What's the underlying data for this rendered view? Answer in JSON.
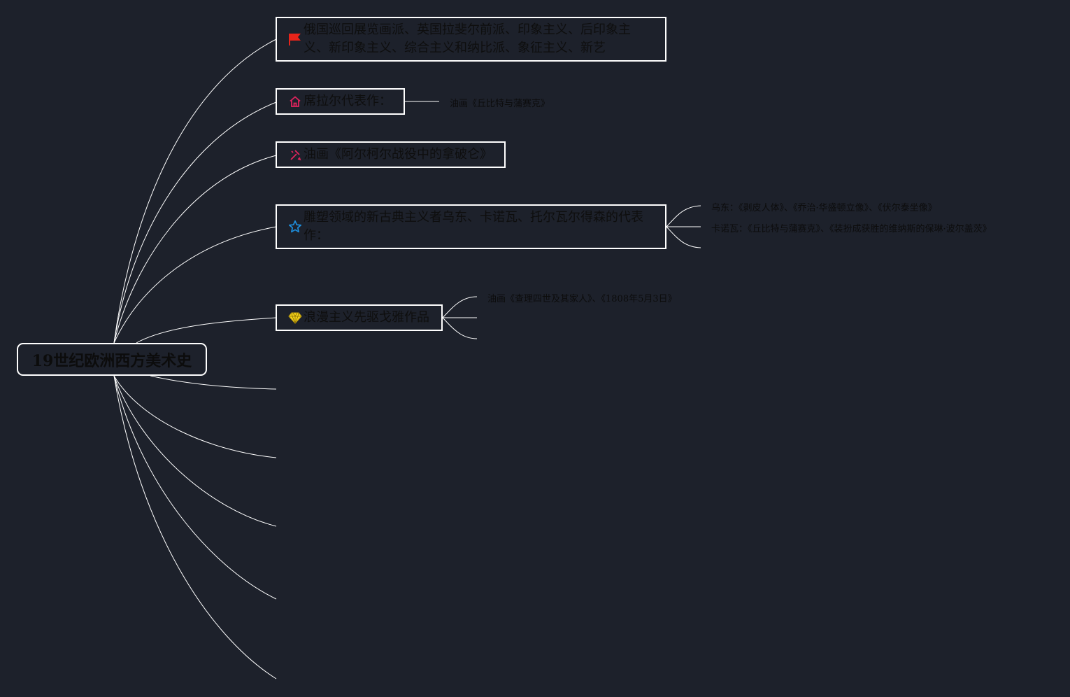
{
  "root": {
    "title": "19世纪欧洲西方美术史"
  },
  "topics": [
    {
      "icon": "flag-icon",
      "icon_color": "#e8241a",
      "lines": [
        "俄国巡回展览画派、英国拉斐尔前派、印象主义、后印象主",
        "义、新印象主义、综合主义和纳比派、象征主义、新艺"
      ]
    },
    {
      "icon": "home-icon",
      "icon_color": "#e0245e",
      "lines": [
        "席拉尔代表作："
      ]
    },
    {
      "icon": "tools-icon",
      "icon_color": "#e0245e",
      "lines": [
        "油画《阿尔柯尔战役中的拿破仑》"
      ]
    },
    {
      "icon": "star-icon",
      "icon_color": "#1e90e0",
      "lines": [
        "雕塑领域的新古典主义者乌东、卡诺瓦、托尔瓦尔得森的代表",
        "作："
      ]
    },
    {
      "icon": "gem-icon",
      "icon_color": "#f2d21c",
      "lines": [
        "浪漫主义先驱戈雅作品"
      ]
    }
  ],
  "leaves": {
    "gerard": "油画《丘比特与蒲赛克》",
    "houdon": "乌东：《剥皮人体》、《乔治·华盛顿立像》、《伏尔泰坐像》",
    "canova": "卡诺瓦：《丘比特与蒲赛克》、《装扮成获胜的维纳斯的保琳·波尔盖茨》",
    "goya": "油画《查理四世及其家人》、《1808年5月3日》"
  },
  "colors": {
    "background": "#1d212b",
    "line": "#ffffff",
    "text": "#0e0e0e"
  }
}
